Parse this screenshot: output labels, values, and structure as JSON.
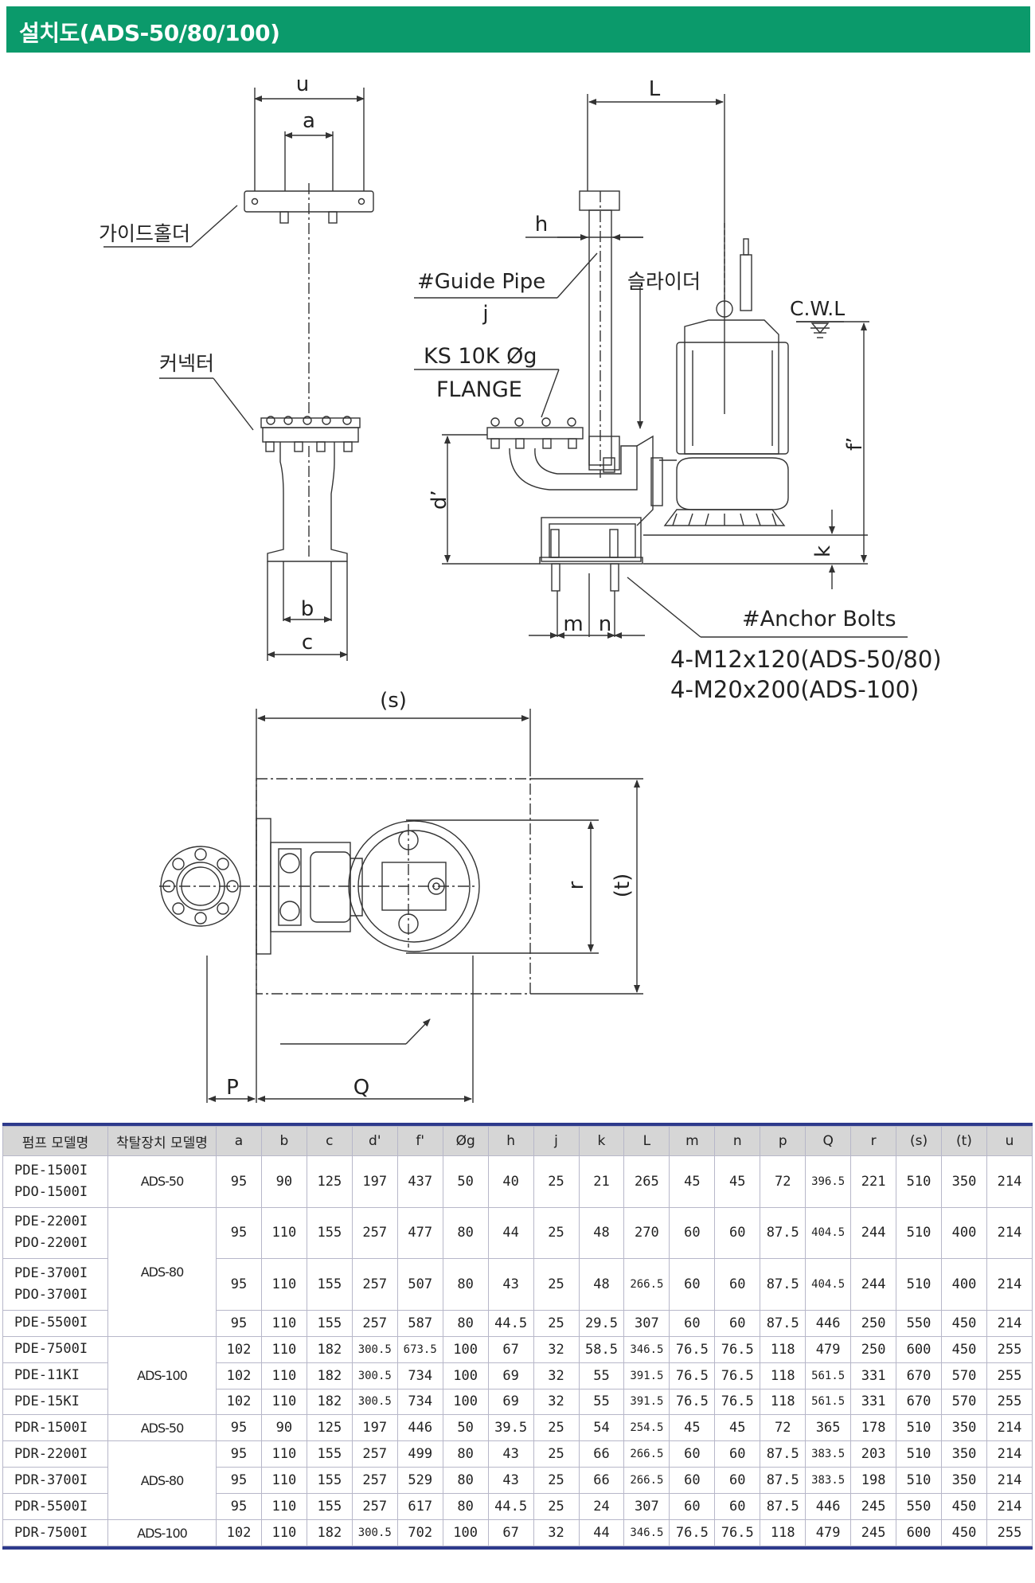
{
  "header": {
    "title": "설치도(ADS-50/80/100)"
  },
  "drawing": {
    "u": "u",
    "a": "a",
    "b": "b",
    "c": "c",
    "guide_holder": "가이드홀더",
    "connector": "커넥터",
    "L": "L",
    "h": "h",
    "guide_pipe": "#Guide Pipe",
    "j": "j",
    "slider": "슬라이더",
    "cwl": "C.W.L",
    "flange_line1": "KS 10K Øg",
    "flange_line2": "FLANGE",
    "d": "d’",
    "f": "f’",
    "k": "k",
    "m": "m",
    "n": "n",
    "anchor_bolts": "#Anchor Bolts",
    "anchor_spec1": "4-M12x120(ADS-50/80)",
    "anchor_spec2": "4-M20x200(ADS-100)",
    "s": "(s)",
    "t": "(t)",
    "r": "r",
    "P": "P",
    "Q": "Q"
  },
  "table": {
    "headers": [
      "펌프 모델명",
      "착탈장치 모델명",
      "a",
      "b",
      "c",
      "d'",
      "f'",
      "Øg",
      "h",
      "j",
      "k",
      "L",
      "m",
      "n",
      "p",
      "Q",
      "r",
      "(s)",
      "(t)",
      "u"
    ],
    "rows": [
      {
        "models": [
          "PDE-1500I",
          "PDO-1500I"
        ],
        "values": [
          "95",
          "90",
          "125",
          "197",
          "437",
          "50",
          "40",
          "25",
          "21",
          "265",
          "45",
          "45",
          "72",
          "396.5",
          "221",
          "510",
          "350",
          "214"
        ]
      },
      {
        "models": [
          "PDE-2200I",
          "PDO-2200I"
        ],
        "values": [
          "95",
          "110",
          "155",
          "257",
          "477",
          "80",
          "44",
          "25",
          "48",
          "270",
          "60",
          "60",
          "87.5",
          "404.5",
          "244",
          "510",
          "400",
          "214"
        ]
      },
      {
        "models": [
          "PDE-3700I",
          "PDO-3700I"
        ],
        "values": [
          "95",
          "110",
          "155",
          "257",
          "507",
          "80",
          "43",
          "25",
          "48",
          "266.5",
          "60",
          "60",
          "87.5",
          "404.5",
          "244",
          "510",
          "400",
          "214"
        ]
      },
      {
        "models": [
          "PDE-5500I"
        ],
        "values": [
          "95",
          "110",
          "155",
          "257",
          "587",
          "80",
          "44.5",
          "25",
          "29.5",
          "307",
          "60",
          "60",
          "87.5",
          "446",
          "250",
          "550",
          "450",
          "214"
        ]
      },
      {
        "models": [
          "PDE-7500I"
        ],
        "values": [
          "102",
          "110",
          "182",
          "300.5",
          "673.5",
          "100",
          "67",
          "32",
          "58.5",
          "346.5",
          "76.5",
          "76.5",
          "118",
          "479",
          "250",
          "600",
          "450",
          "255"
        ]
      },
      {
        "models": [
          "PDE-11KI"
        ],
        "values": [
          "102",
          "110",
          "182",
          "300.5",
          "734",
          "100",
          "69",
          "32",
          "55",
          "391.5",
          "76.5",
          "76.5",
          "118",
          "561.5",
          "331",
          "670",
          "570",
          "255"
        ]
      },
      {
        "models": [
          "PDE-15KI"
        ],
        "values": [
          "102",
          "110",
          "182",
          "300.5",
          "734",
          "100",
          "69",
          "32",
          "55",
          "391.5",
          "76.5",
          "76.5",
          "118",
          "561.5",
          "331",
          "670",
          "570",
          "255"
        ]
      },
      {
        "models": [
          "PDR-1500I"
        ],
        "values": [
          "95",
          "90",
          "125",
          "197",
          "446",
          "50",
          "39.5",
          "25",
          "54",
          "254.5",
          "45",
          "45",
          "72",
          "365",
          "178",
          "510",
          "350",
          "214"
        ]
      },
      {
        "models": [
          "PDR-2200I"
        ],
        "values": [
          "95",
          "110",
          "155",
          "257",
          "499",
          "80",
          "43",
          "25",
          "66",
          "266.5",
          "60",
          "60",
          "87.5",
          "383.5",
          "203",
          "510",
          "350",
          "214"
        ]
      },
      {
        "models": [
          "PDR-3700I"
        ],
        "values": [
          "95",
          "110",
          "155",
          "257",
          "529",
          "80",
          "43",
          "25",
          "66",
          "266.5",
          "60",
          "60",
          "87.5",
          "383.5",
          "198",
          "510",
          "350",
          "214"
        ]
      },
      {
        "models": [
          "PDR-5500I"
        ],
        "values": [
          "95",
          "110",
          "155",
          "257",
          "617",
          "80",
          "44.5",
          "25",
          "24",
          "307",
          "60",
          "60",
          "87.5",
          "446",
          "245",
          "550",
          "450",
          "214"
        ]
      },
      {
        "models": [
          "PDR-7500I"
        ],
        "values": [
          "102",
          "110",
          "182",
          "300.5",
          "702",
          "100",
          "67",
          "32",
          "44",
          "346.5",
          "76.5",
          "76.5",
          "118",
          "479",
          "245",
          "600",
          "450",
          "255"
        ]
      }
    ],
    "groups": [
      {
        "label": "ADS-50",
        "start": 0,
        "span": 1
      },
      {
        "label": "ADS-80",
        "start": 1,
        "span": 3
      },
      {
        "label": "ADS-100",
        "start": 4,
        "span": 3
      },
      {
        "label": "ADS-50",
        "start": 7,
        "span": 1
      },
      {
        "label": "ADS-80",
        "start": 8,
        "span": 3
      },
      {
        "label": "ADS-100",
        "start": 11,
        "span": 1
      }
    ]
  }
}
